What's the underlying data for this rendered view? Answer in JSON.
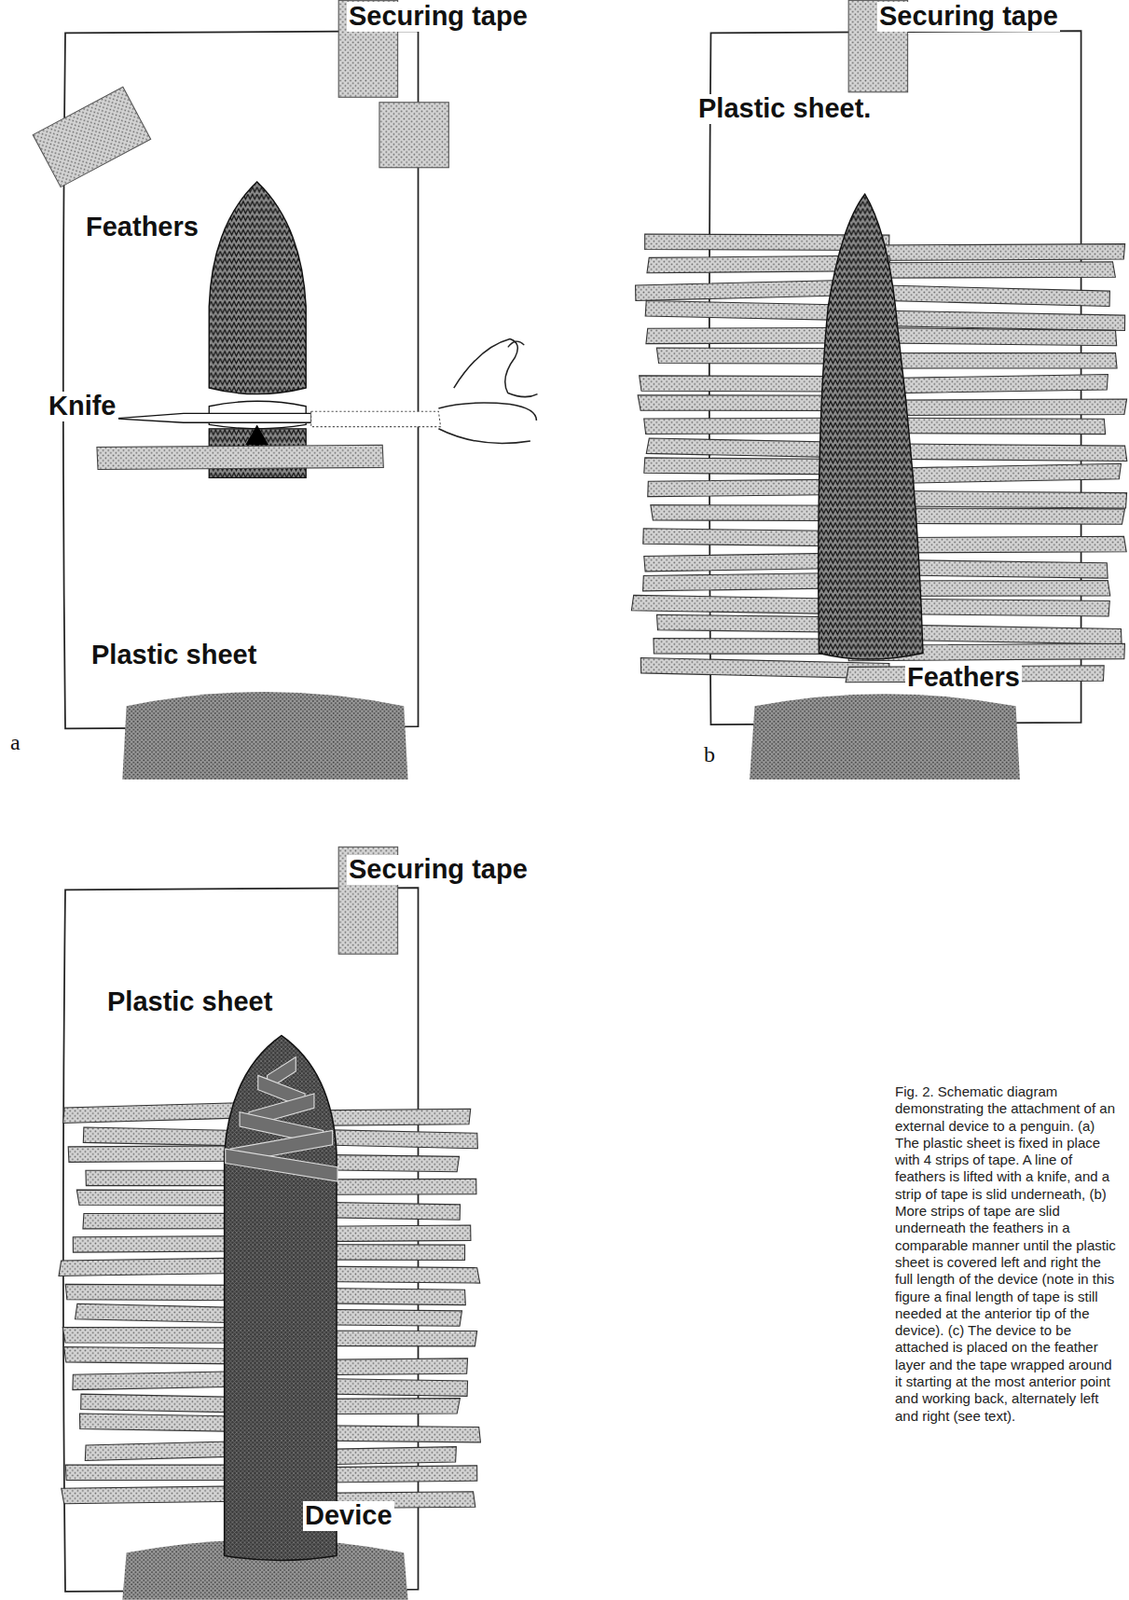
{
  "diagram": {
    "caption": "Fig. 2. Schematic diagram demonstrating the attachment of an external device to a penguin. (a) The plastic sheet is fixed in place with 4 strips of tape. A line of feathers is lifted with a knife, and a strip of tape is slid underneath, (b) More strips of tape are slid underneath the feathers in a comparable manner until the plastic sheet is covered left and right the full length of the device (note in this figure a final length of tape is still needed at the anterior tip of the device). (c) The device to be attached is placed on the feather layer and the tape wrapped around it starting at the most anterior point and working back, alternately left and right (see text).",
    "labels": [
      "Securing tape",
      "Feathers",
      "Knife",
      "Plastic sheet",
      "a",
      "Securing tape",
      "Plastic sheet.",
      "Feathers",
      "b",
      "Securing tape",
      "Plastic sheet",
      "Device"
    ]
  }
}
